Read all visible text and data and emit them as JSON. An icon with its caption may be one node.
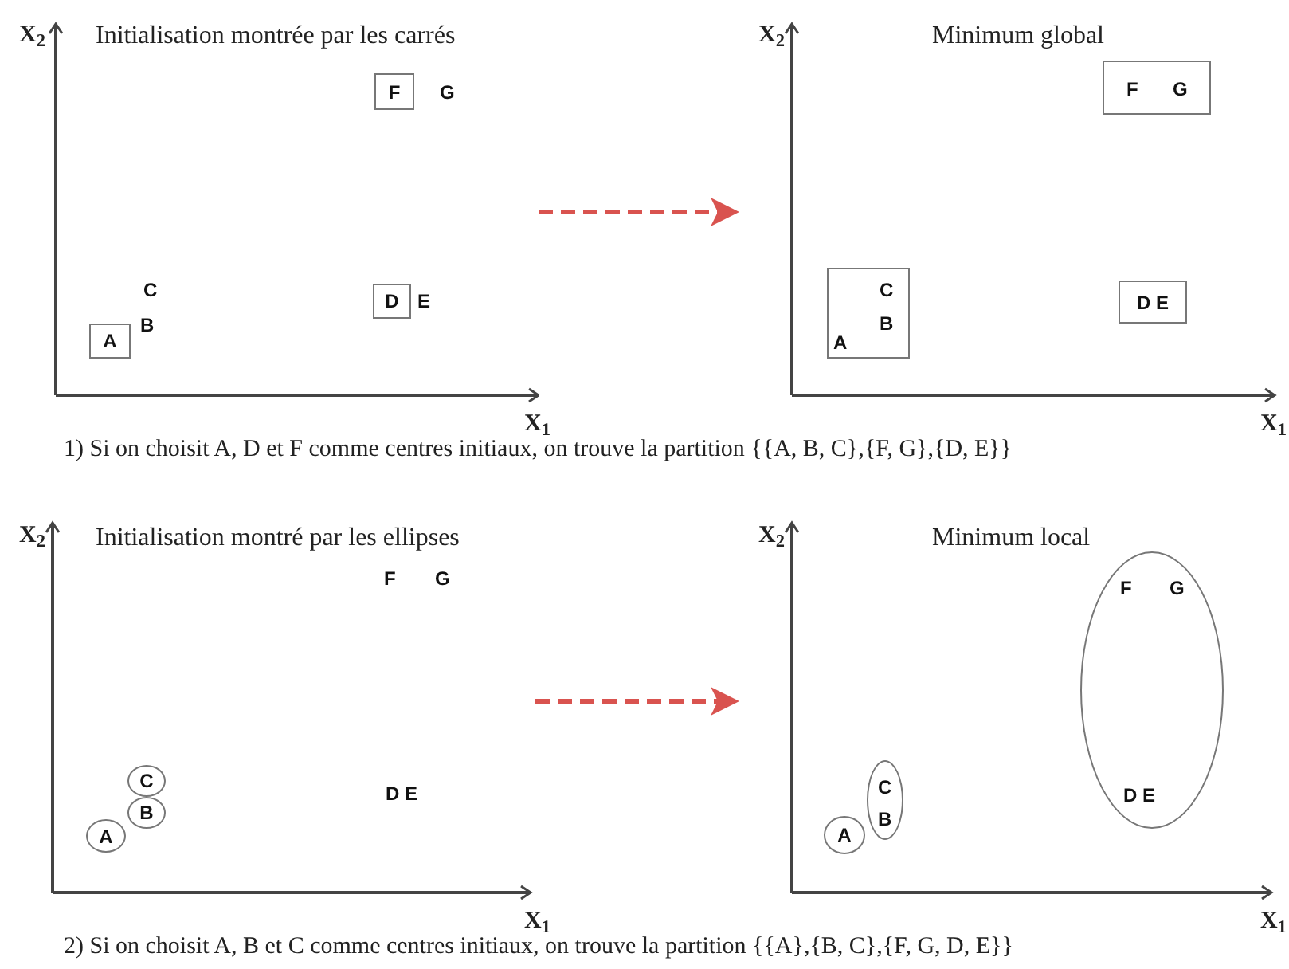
{
  "diagram": {
    "nodes": [
      {
        "text": [
          "Initialisation montrée par les carrés"
        ]
      },
      {
        "text": [
          "A"
        ],
        "in": 0
      },
      {
        "text": [
          "F"
        ],
        "in": 0
      },
      {
        "text": [
          "D"
        ],
        "in": 0,
        "beside": [
          "E"
        ]
      },
      {
        "text": [
          "Minimum global"
        ]
      },
      {
        "text": [
          "F",
          "G"
        ],
        "in": 4
      },
      {
        "text": [
          "C",
          "B",
          "A"
        ],
        "in": 4
      },
      {
        "text": [
          "D E"
        ],
        "in": 4
      },
      {
        "text": [
          "Initialisation montré par les ellipses"
        ]
      },
      {
        "text": [
          "C"
        ],
        "in": 8
      },
      {
        "text": [
          "B"
        ],
        "in": 8
      },
      {
        "text": [
          "A"
        ],
        "in": 8
      },
      {
        "text": [
          "Minimum local"
        ]
      },
      {
        "text": [
          "F",
          "G",
          "D E"
        ],
        "in": 12
      },
      {
        "text": [
          "C",
          "B"
        ],
        "in": 12
      },
      {
        "text": [
          "A"
        ],
        "in": 12
      }
    ],
    "edges": [
      {
        "from": 0,
        "to": 4,
        "arrow": "to",
        "style": "dashed",
        "color": "#d9534f"
      },
      {
        "from": 8,
        "to": 12,
        "arrow": "to",
        "style": "dashed",
        "color": "#d9534f"
      }
    ],
    "labels": [
      "X$_{2}$",
      "G",
      "C",
      "B",
      "X$_{1}$",
      "X$_{2}$",
      "X$_{1}$",
      "1) Si on choisit A, D et F comme centres initiaux, on trouve la partition {{A, B, C},{F, G},{D, E}}",
      "X$_{2}$",
      "F",
      "G",
      "D E",
      "X$_{1}$",
      "X$_{2}$",
      "X$_{1}$",
      "2) Si on choisit A, B et C comme centres initiaux, on trouve la partition {{A},{B, C},{F, G, D, E}}"
    ]
  }
}
